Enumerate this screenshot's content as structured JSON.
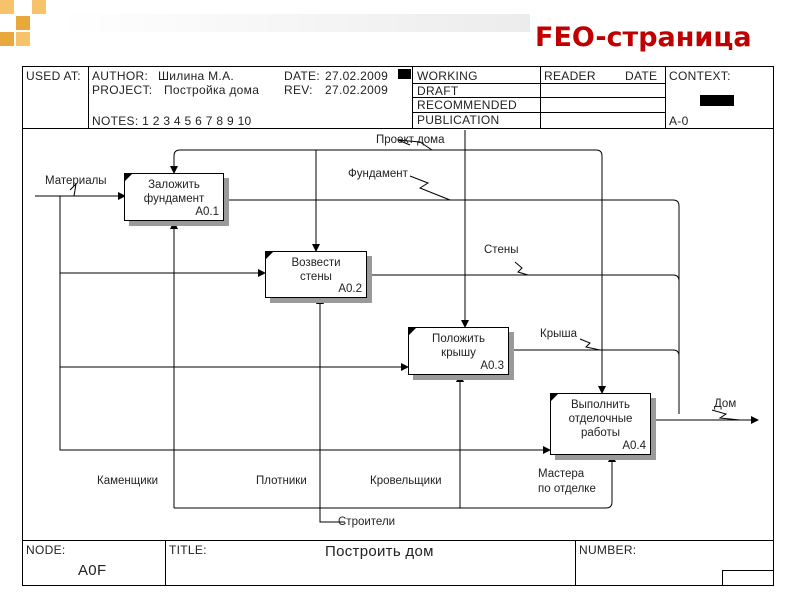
{
  "slide": {
    "title": "FEO-страница"
  },
  "header": {
    "used_at": "USED AT:",
    "author_label": "AUTHOR:",
    "author_value": "Шилина М.А.",
    "project_label": "PROJECT:",
    "project_value": "Постройка дома",
    "notes": "NOTES:  1  2  3  4  5  6  7  8  9  10",
    "date_label": "DATE:",
    "date_value": "27.02.2009",
    "rev_label": "REV:",
    "rev_value": "27.02.2009",
    "status": [
      "WORKING",
      "DRAFT",
      "RECOMMENDED",
      "PUBLICATION"
    ],
    "reader": "READER",
    "date": "DATE",
    "context": "CONTEXT:",
    "context_node": "A-0"
  },
  "footer": {
    "node_label": "NODE:",
    "node_value": "A0F",
    "title_label": "TITLE:",
    "title_value": "Построить дом",
    "number_label": "NUMBER:"
  },
  "boxes": [
    {
      "name": "Заложить\nфундамент",
      "num": "A0.1"
    },
    {
      "name": "Возвести\nстены",
      "num": "A0.2"
    },
    {
      "name": "Положить\nкрышу",
      "num": "A0.3"
    },
    {
      "name": "Выполнить\nотделочные\nработы",
      "num": "A0.4"
    }
  ],
  "arrows": {
    "input": "Материалы",
    "control": "Проект дома",
    "out1": "Фундамент",
    "out2": "Стены",
    "out3": "Крыша",
    "output": "Дом",
    "mech1": "Каменщики",
    "mech2": "Плотники",
    "mech3": "Кровельщики",
    "mech4": "Мастера\nпо отделке",
    "mech_all": "Строители"
  }
}
